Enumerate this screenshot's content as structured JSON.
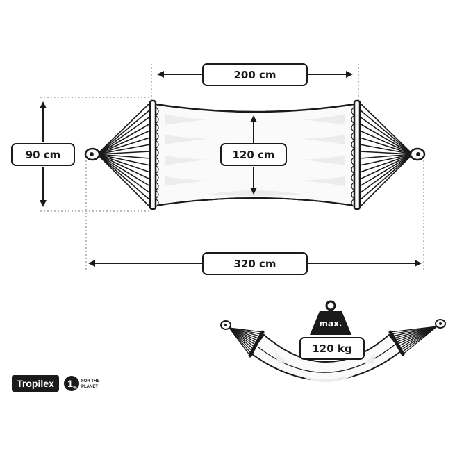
{
  "dimensions": {
    "bed_length": "200 cm",
    "bed_width": "120 cm",
    "end_width": "90 cm",
    "total_length": "320 cm"
  },
  "weight_limit": {
    "label": "max.",
    "value": "120 kg"
  },
  "brands": {
    "logo": "Tropilex",
    "planet_digit": "1",
    "planet_pct": "%",
    "planet_line1": "FOR THE",
    "planet_line2": "PLANET"
  },
  "colors": {
    "line": "#1a1a1a",
    "fabric_shade": "#e9e9e9",
    "fabric": "#fafafa",
    "dotted": "#777777"
  }
}
